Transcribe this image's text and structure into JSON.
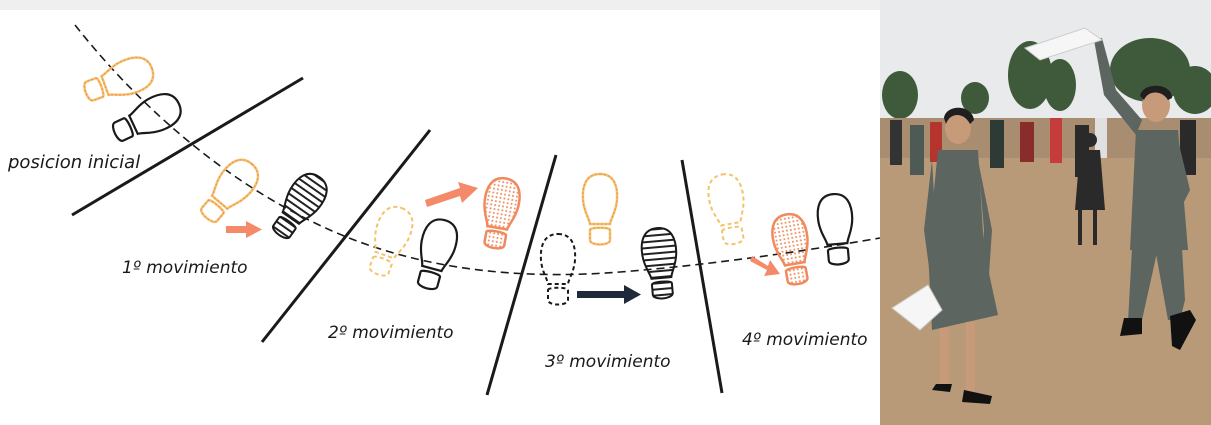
{
  "diagram": {
    "labels": {
      "initial": "posicion inicial",
      "move1": "1º movimiento",
      "move2": "2º movimiento",
      "move3": "3º movimiento",
      "move4": "4º movimiento"
    },
    "colors": {
      "line": "#1a1a1a",
      "shoe_orange": "#f08a5d",
      "shoe_yellow": "#f3c36b",
      "arrow_orange": "#f48a6a",
      "arrow_dark": "#1e2a3a"
    }
  },
  "photo": {
    "subject": "dancers-with-handkerchiefs",
    "colors": {
      "sky": "#e8eaec",
      "ground": "#b89a78",
      "uniform": "#5c6560"
    }
  }
}
